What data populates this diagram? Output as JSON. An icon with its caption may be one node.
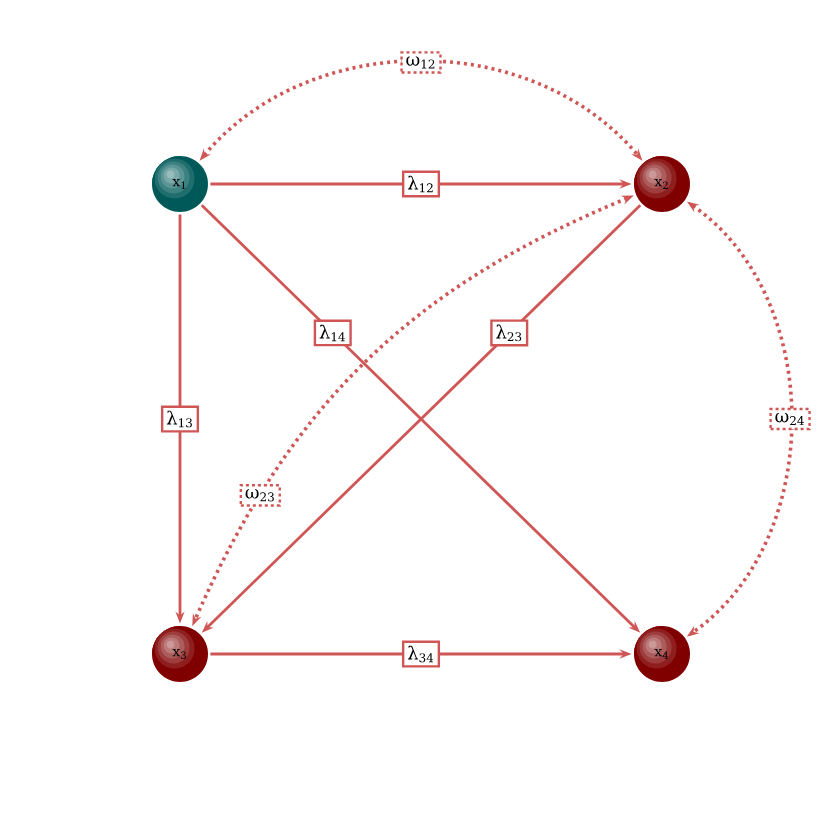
{
  "diagram": {
    "nodes": [
      {
        "text": [
          "x$_{1}$"
        ]
      },
      {
        "text": [
          "x$_{2}$"
        ]
      },
      {
        "text": [
          "x$_{3}$"
        ]
      },
      {
        "text": [
          "x$_{4}$"
        ]
      }
    ],
    "edges": [
      {
        "from": 0,
        "to": 1,
        "arrow": "to",
        "label": "λ$_{12}$"
      },
      {
        "from": 0,
        "to": 2,
        "arrow": "to",
        "label": "λ$_{13}$"
      },
      {
        "from": 0,
        "to": 3,
        "arrow": "to",
        "label": "λ$_{14}$"
      },
      {
        "from": 1,
        "to": 2,
        "arrow": "to",
        "label": "λ$_{23}$"
      },
      {
        "from": 2,
        "to": 3,
        "arrow": "to",
        "label": "λ$_{34}$"
      },
      {
        "from": 0,
        "to": 1,
        "arrow": "both",
        "label": "ω$_{12}$",
        "style": "dashed"
      },
      {
        "from": 1,
        "to": 2,
        "arrow": "both",
        "label": "ω$_{23}$",
        "style": "dashed"
      },
      {
        "from": 1,
        "to": 3,
        "arrow": "both",
        "label": "ω$_{24}$",
        "style": "dashed"
      }
    ]
  }
}
